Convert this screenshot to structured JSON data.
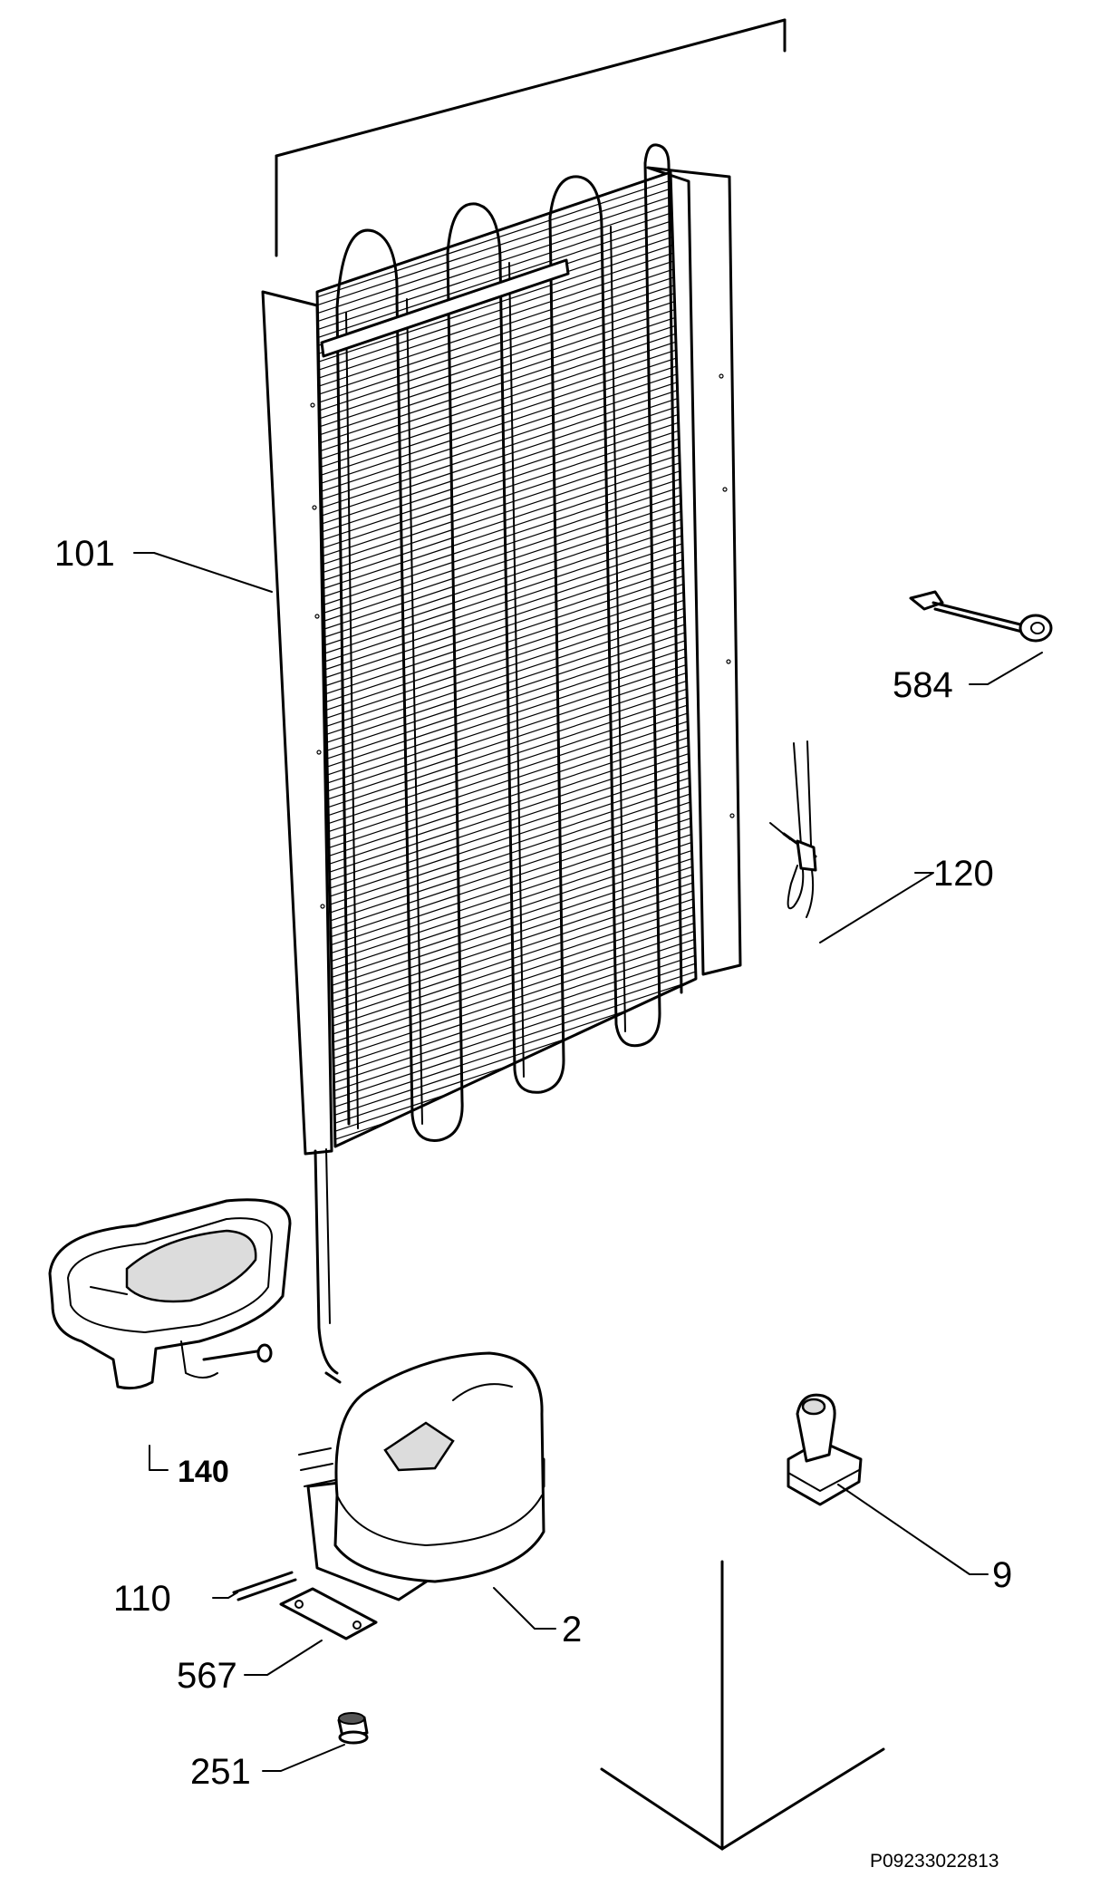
{
  "diagram": {
    "parts": [
      {
        "id": "p101",
        "label": "101"
      },
      {
        "id": "p584",
        "label": "584"
      },
      {
        "id": "p120",
        "label": "120"
      },
      {
        "id": "p140",
        "label": "140"
      },
      {
        "id": "p9",
        "label": "9"
      },
      {
        "id": "p110",
        "label": "110"
      },
      {
        "id": "p2",
        "label": "2"
      },
      {
        "id": "p567",
        "label": "567"
      },
      {
        "id": "p251",
        "label": "251"
      }
    ],
    "drawing_code": "P09233022813"
  }
}
